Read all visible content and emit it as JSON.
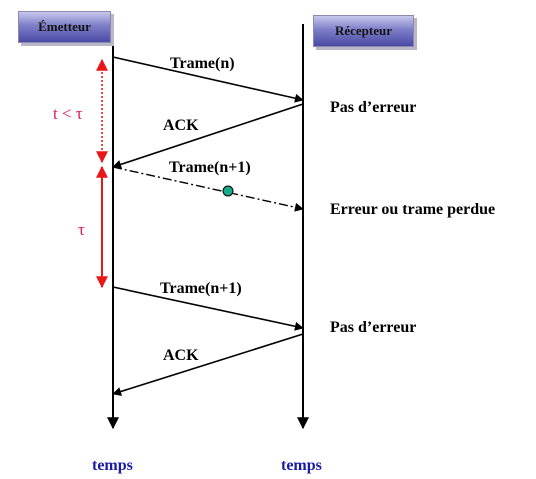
{
  "sender": {
    "label": "Émetteur"
  },
  "receiver": {
    "label": "Récepteur"
  },
  "messages": [
    {
      "label": "Trame(n)",
      "type": "frame",
      "status": "ok"
    },
    {
      "label": "ACK",
      "type": "ack",
      "status": "ok"
    },
    {
      "label": "Trame(n+1)",
      "type": "frame",
      "status": "lost"
    },
    {
      "label": "Trame(n+1)",
      "type": "frame",
      "status": "ok"
    },
    {
      "label": "ACK",
      "type": "ack",
      "status": "ok"
    }
  ],
  "receiver_states": [
    {
      "label": "Pas d’erreur"
    },
    {
      "label": "Erreur ou trame perdue"
    },
    {
      "label": "Pas d’erreur"
    }
  ],
  "intervals": [
    {
      "label": "t < τ"
    },
    {
      "label": "τ"
    }
  ],
  "time_axis": {
    "sender_label": "temps",
    "receiver_label": "temps"
  },
  "colors": {
    "timeline": "#000000",
    "interval": "#e81818",
    "interval_label": "#e0186a",
    "time_label": "#1a1aa8",
    "loss_marker": "#1aa88a",
    "box_top": "#c8c8ec",
    "box_bottom": "#4a4aa6"
  }
}
